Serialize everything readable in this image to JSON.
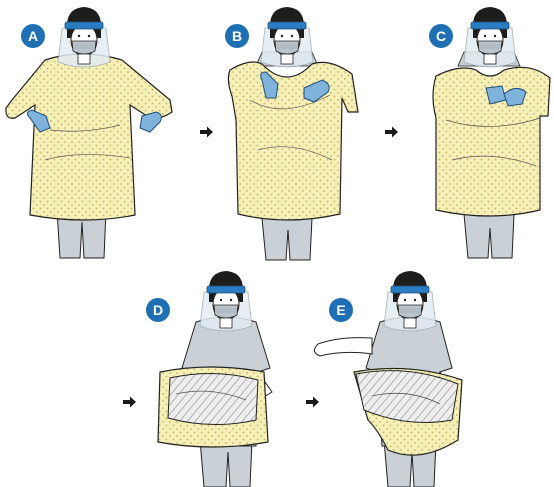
{
  "steps": [
    {
      "label": "A"
    },
    {
      "label": "B"
    },
    {
      "label": "C"
    },
    {
      "label": "D"
    },
    {
      "label": "E"
    }
  ],
  "colors": {
    "badge": "#1f6fb4",
    "badge_text": "#ffffff",
    "gown": "#f6efb7",
    "gown_dots": "#c2b55e",
    "glove": "#7fb3dc",
    "face_shield_band": "#2b7cc0",
    "face_shield": "#dfe9f1",
    "mask": "#b9c4cc",
    "scrubs": "#c9d1d6",
    "hair": "#1d1d1d",
    "skin": "#ffffff",
    "outline": "#222222",
    "arrow": "#1a1a1a"
  },
  "icons": [
    "arrow-right-icon"
  ]
}
